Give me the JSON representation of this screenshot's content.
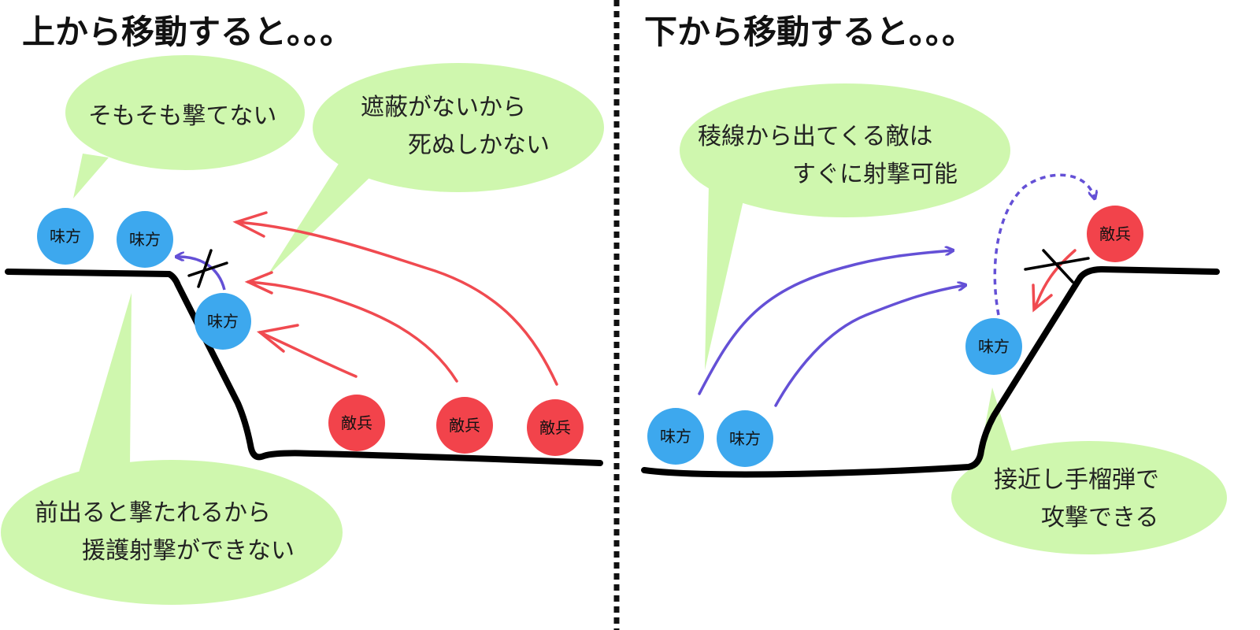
{
  "panels": {
    "left": {
      "title": "上から移動すると。。。",
      "notes": {
        "cannot_shoot": "そもそも撃てない",
        "no_cover": "遮蔽がないから\n　　死ぬしかない",
        "no_support": "前出ると撃たれるから\n　　援護射撃ができない"
      },
      "units": {
        "ally_1": "味方",
        "ally_2": "味方",
        "ally_3": "味方",
        "enemy_1": "敵兵",
        "enemy_2": "敵兵",
        "enemy_3": "敵兵"
      }
    },
    "right": {
      "title": "下から移動すると。。。",
      "notes": {
        "ridge_enemy": "稜線から出てくる敵は\n　　　　すぐに射撃可能",
        "grenade": "接近し手榴弾で\n　　攻撃できる"
      },
      "units": {
        "ally_1": "味方",
        "ally_2": "味方",
        "ally_3": "味方",
        "enemy_1": "敵兵"
      }
    }
  },
  "colors": {
    "ally": "#3DA8EE",
    "enemy": "#F2434B",
    "bubble": "#CFF7AE",
    "ally_arrow": "#6450D6",
    "enemy_arrow": "#F04A50",
    "terrain": "#000000"
  }
}
